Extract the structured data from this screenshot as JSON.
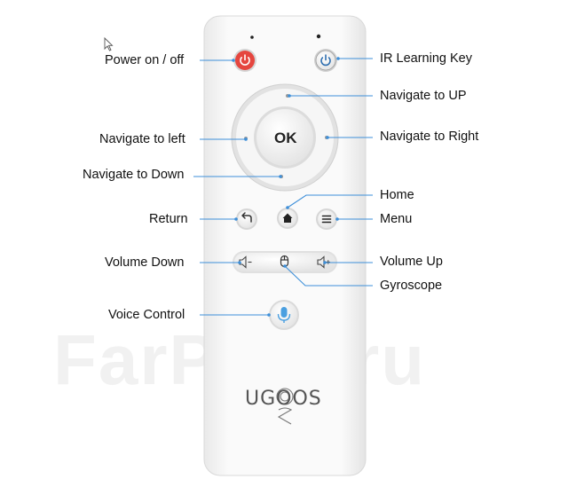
{
  "watermark": "FarPost.ru",
  "remote": {
    "ok_label": "OK",
    "brand": "UGOOS"
  },
  "labels": {
    "power": "Power on / off",
    "ir_learning": "IR Learning Key",
    "nav_up": "Navigate to UP",
    "nav_left": "Navigate to left",
    "nav_right": "Navigate to Right",
    "nav_down": "Navigate to Down",
    "home": "Home",
    "return": "Return",
    "menu": "Menu",
    "volume_down": "Volume Down",
    "volume_up": "Volume Up",
    "gyroscope": "Gyroscope",
    "voice_control": "Voice Control"
  },
  "colors": {
    "power_button": "#e5463f",
    "voice_button": "#4a9fe0",
    "leader_line": "#3d8fd9"
  }
}
